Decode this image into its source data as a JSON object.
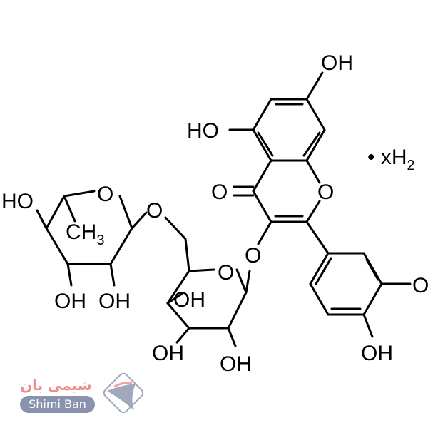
{
  "diagram": {
    "title": "Rutin hydrate structure",
    "labels": {
      "oh_top": "OH",
      "ho_a_ring": "HO",
      "carbonyl_o": "O",
      "ring_o": "O",
      "hydrate": "• xH",
      "hydrate_sub": "2",
      "ether_o_3": "O",
      "phenyl_o_3p": "O",
      "oh_4p": "OH",
      "glc_ring_o": "O",
      "glc_oh_4": "OH",
      "glc_oh_3": "OH",
      "glc_oh_2": "OH",
      "link_o": "O",
      "rha_ring_o": "O",
      "rha_ho": "HO",
      "rha_ch3": "CH",
      "rha_ch3_sub": "3",
      "rha_oh_3": "OH",
      "rha_oh_2": "OH"
    }
  },
  "watermark": {
    "persian_text": "شیمی بان",
    "latin_text": "Shimi Ban"
  }
}
